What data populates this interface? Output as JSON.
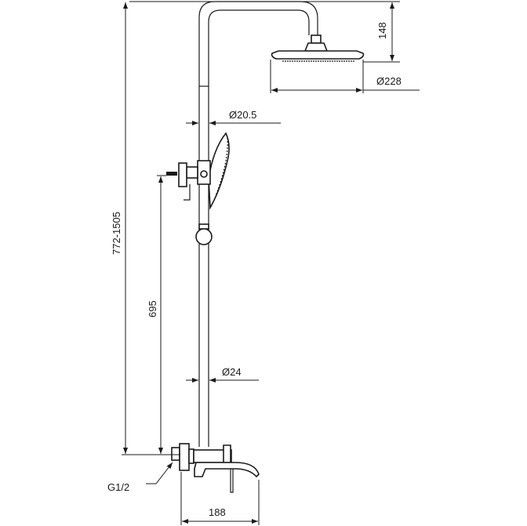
{
  "drawing": {
    "dimensions": {
      "head_drop": "148",
      "head_diameter": "Ø228",
      "upper_pipe_diameter": "Ø20.5",
      "lower_pipe_diameter": "Ø24",
      "height_range": "772-1505",
      "diverter_height": "695",
      "thread": "G1/2",
      "mixer_projection": "188"
    },
    "colors": {
      "line": "#1a1a1a",
      "background": "#ffffff"
    }
  }
}
